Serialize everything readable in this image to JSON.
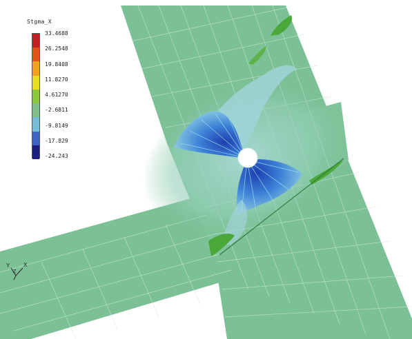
{
  "legend": {
    "title": "Stgma_X",
    "values": [
      "33.4688",
      "26.2548",
      "19.8408",
      "11.8270",
      "4.61270",
      "-2.6811",
      "-9.8149",
      "-17.829",
      "-24.243"
    ],
    "colors": [
      "#c02020",
      "#e05418",
      "#f0a21e",
      "#e6e020",
      "#8cc83c",
      "#7fc08e",
      "#74bcd8",
      "#3d63c4",
      "#1c1e82"
    ]
  },
  "model": {
    "member_color": "#7cc096",
    "hole_color": "#ffffff",
    "compression_color": "#3b82d8",
    "tension_color": "#4aa83a"
  },
  "axes_triad": {
    "icon": "xyz-axes-icon",
    "labels": [
      "Y",
      "Z",
      "X"
    ]
  }
}
